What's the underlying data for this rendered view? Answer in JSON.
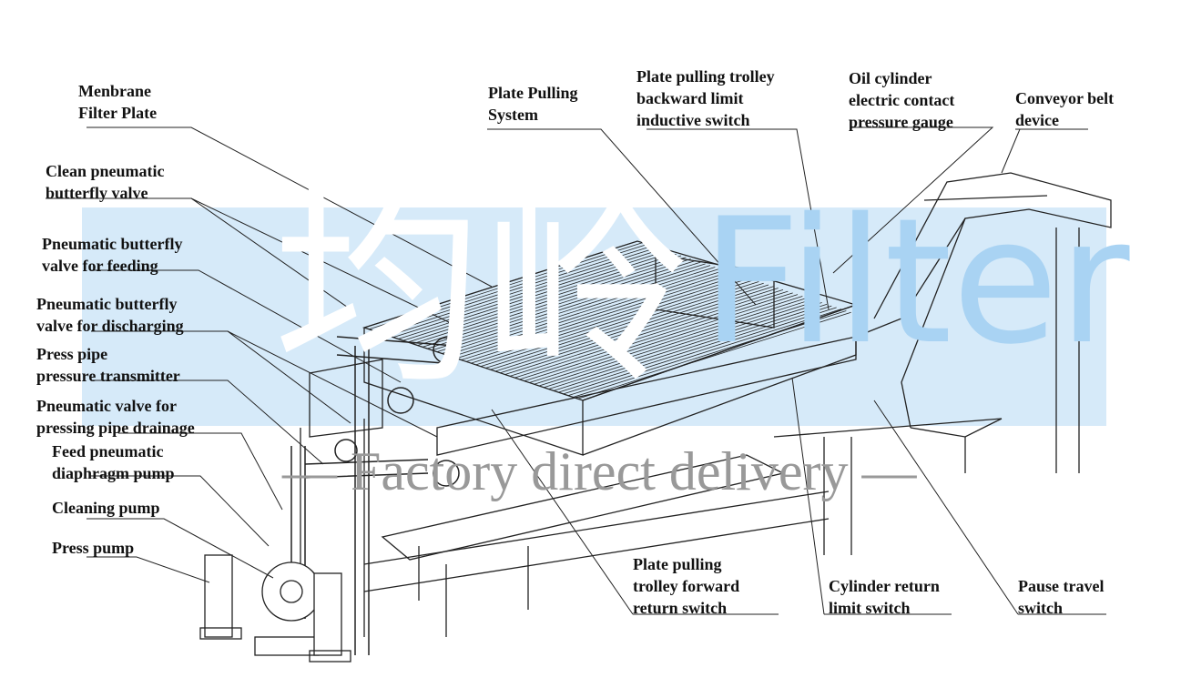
{
  "watermark": {
    "brand_cn": "均岭",
    "brand_en": "Filter",
    "tagline": "— Factory direct delivery —"
  },
  "labels": {
    "membrane_filter_plate": [
      "Menbrane",
      "Filter Plate"
    ],
    "clean_pneumatic_butterfly_valve": [
      "Clean pneumatic",
      "butterfly valve"
    ],
    "pneumatic_butterfly_valve_feeding": [
      "Pneumatic butterfly",
      "valve for feeding"
    ],
    "pneumatic_butterfly_valve_discharging": [
      "Pneumatic butterfly",
      "valve for discharging"
    ],
    "press_pipe_pressure_transmitter": [
      "Press pipe",
      "pressure transmitter"
    ],
    "pneumatic_valve_pressing_pipe_drainage": [
      "Pneumatic valve for",
      "pressing pipe drainage"
    ],
    "feed_pneumatic_diaphragm_pump": [
      "Feed pneumatic",
      "diaphragm pump"
    ],
    "cleaning_pump": [
      "Cleaning pump"
    ],
    "press_pump": [
      "Press pump"
    ],
    "plate_pulling_system": [
      "Plate Pulling",
      "System"
    ],
    "trolley_backward_limit_switch": [
      "Plate pulling trolley",
      "backward limit",
      "inductive switch"
    ],
    "oil_cylinder_pressure_gauge": [
      "Oil cylinder",
      "electric contact",
      "pressure gauge"
    ],
    "conveyor_belt_device": [
      "Conveyor belt",
      "device"
    ],
    "trolley_forward_return_switch": [
      "Plate pulling",
      "trolley forward",
      "return switch"
    ],
    "cylinder_return_limit_switch": [
      "Cylinder return",
      "limit switch"
    ],
    "pause_travel_switch": [
      "Pause travel",
      "switch"
    ]
  }
}
